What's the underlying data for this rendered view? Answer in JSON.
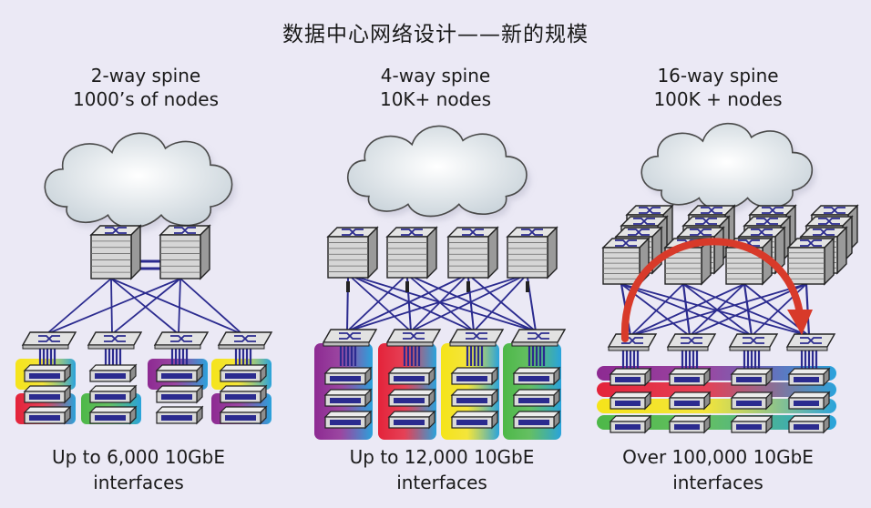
{
  "title": "数据中心网络设计——新的规模",
  "colors": {
    "background": "#ebe9f5",
    "link": "#2b2b8f",
    "switch_face": "#d6d6d6",
    "switch_top": "#e4e4e4",
    "arrow": "#d83a2a",
    "cloud": "#f2f4f6",
    "rack_gradients": {
      "yellow-blue": [
        "#f5e41a",
        "#2aa3dc"
      ],
      "red-blue": [
        "#e4233a",
        "#2aa3dc"
      ],
      "green-blue": [
        "#4db848",
        "#2aa3dc"
      ],
      "purple-blue": [
        "#8d2a92",
        "#2aa3dc"
      ]
    }
  },
  "panels": [
    {
      "id": "2-way",
      "heading_line1": "2-way spine",
      "heading_line2": "1000’s of nodes",
      "footer_line1": "Up to 6,000 10GbE",
      "footer_line2": "interfaces",
      "spine_count": 2,
      "spine_layers": 1,
      "leaf_count": 4,
      "servers_per_leaf": 3,
      "rack_colors": [
        [
          "yellow-blue",
          "red-blue"
        ],
        [
          "none",
          "green-blue"
        ],
        [
          "purple-blue",
          "none"
        ],
        [
          "yellow-blue",
          "purple-blue"
        ]
      ]
    },
    {
      "id": "4-way",
      "heading_line1": "4-way spine",
      "heading_line2": "10K+ nodes",
      "footer_line1": "Up to 12,000 10GbE",
      "footer_line2": "interfaces",
      "spine_count": 4,
      "spine_layers": 1,
      "leaf_count": 4,
      "servers_per_leaf": 3,
      "rack_colors": [
        "purple-blue",
        "red-blue",
        "yellow-blue",
        "green-blue"
      ]
    },
    {
      "id": "16-way",
      "heading_line1": "16-way spine",
      "heading_line2": "100K + nodes",
      "footer_line1": "Over 100,000 10GbE",
      "footer_line2": "interfaces",
      "spine_count": 4,
      "spine_layers": 4,
      "leaf_count": 4,
      "servers_per_leaf": 3,
      "row_colors": [
        "purple-blue",
        "red-blue",
        "yellow-blue",
        "green-blue"
      ],
      "has_arrow": true
    }
  ]
}
